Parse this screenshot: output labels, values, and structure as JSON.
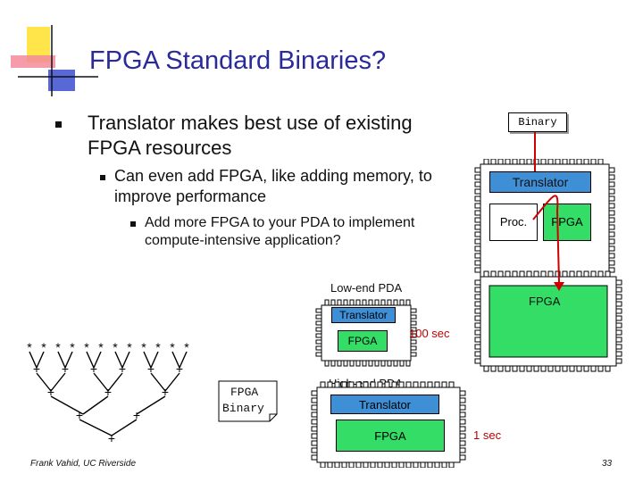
{
  "slide": {
    "title": "FPGA Standard Binaries?",
    "bullet1": "Translator makes best use of existing FPGA resources",
    "bullet2": "Can even add FPGA, like adding memory, to improve performance",
    "bullet3": "Add more FPGA to your PDA to implement compute-intensive application?",
    "footer": "Frank Vahid, UC Riverside",
    "page_number": "33"
  },
  "right_diagram": {
    "binary_label": "Binary",
    "translator_label": "Translator",
    "proc_label": "Proc.",
    "fpga_label": "FPGA",
    "added_fpga_label": "FPGA"
  },
  "low_end": {
    "label": "Low-end PDA",
    "translator_label": "Translator",
    "fpga_label": "FPGA",
    "time_label": "100 sec"
  },
  "high_end": {
    "label": "High-end PDA",
    "translator_label": "Translator",
    "fpga_label": "FPGA",
    "time_label": "1 sec"
  },
  "fpga_binary": {
    "line1": "FPGA",
    "line2": "Binary"
  },
  "tree": {
    "multiply_symbol": "*",
    "add_symbol": "+"
  },
  "colors": {
    "title": "#2a2a9a",
    "chip_fill": "#ffffff",
    "translator_fill": "#3f8fd6",
    "fpga_fill": "#33dd66",
    "arrow": "#d00000",
    "time_text": "#c00000"
  }
}
